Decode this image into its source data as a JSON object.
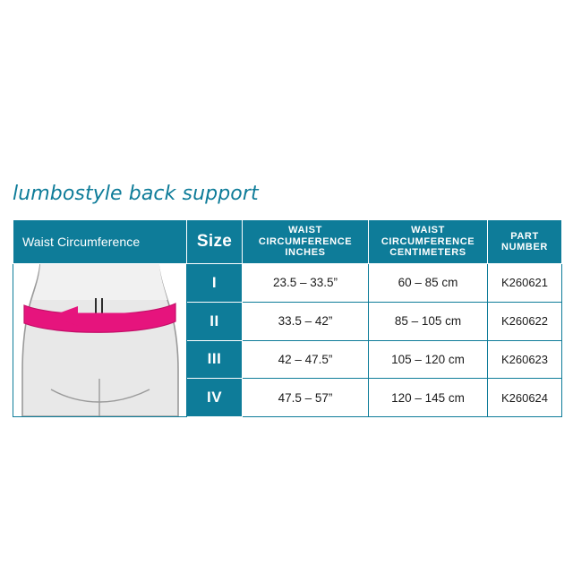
{
  "title": "lumbostyle back support",
  "colors": {
    "brand_teal": "#0e7c99",
    "accent_pink": "#e6147d",
    "body_gray": "#e3e3e3",
    "outline_gray": "#9a9a9a",
    "text_dark": "#1b1b1b"
  },
  "table": {
    "headers": {
      "image_label": "Waist Circumference",
      "size": "Size",
      "inches": "WAIST CIRCUMFERENCE INCHES",
      "inches_lines": [
        "WAIST",
        "CIRCUMFERENCE",
        "INCHES"
      ],
      "centimeters_lines": [
        "WAIST",
        "CIRCUMFERENCE",
        "CENTIMETERS"
      ],
      "part_number_lines": [
        "PART",
        "NUMBER"
      ]
    },
    "rows": [
      {
        "size": "I",
        "inches": "23.5 – 33.5”",
        "cm": "60 – 85 cm",
        "part": "K260621"
      },
      {
        "size": "II",
        "inches": "33.5 – 42”",
        "cm": "85 – 105 cm",
        "part": "K260622"
      },
      {
        "size": "III",
        "inches": "42 – 47.5”",
        "cm": "105 – 120 cm",
        "part": "K260623"
      },
      {
        "size": "IV",
        "inches": "47.5 – 57”",
        "cm": "120 – 145 cm",
        "part": "K260624"
      }
    ]
  },
  "illustration": {
    "name": "torso-with-waist-measure-arrow",
    "alt": "Line drawing of a lower torso with a pink band and arrow around the waist"
  }
}
